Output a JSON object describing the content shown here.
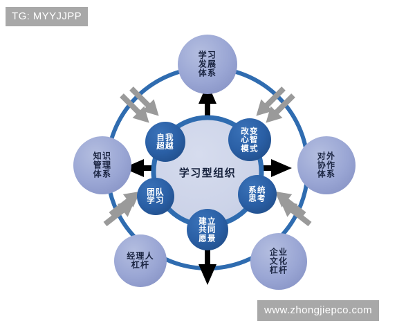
{
  "watermarks": {
    "top_left": "TG: MYYJJPP",
    "bottom_right": "www.zhongjiepco.com"
  },
  "diagram": {
    "type": "concentric-circular-diagram",
    "center": {
      "label": "学习型组织",
      "fill": "#ccd3e8",
      "stroke": "#2f6cb0"
    },
    "ring": {
      "stroke": "#2f6cb0",
      "fill": "none"
    },
    "colors": {
      "outer_node_fill": "#9aa6d4",
      "inner_node_fill": "#2a5fa5",
      "black_arrow": "#000000",
      "gray_arrow": "#9a9a9a",
      "watermark_bg": "#a8a8a8"
    },
    "inner_nodes": [
      {
        "id": "self-transcendence",
        "label": "自我\n超越",
        "position": "top-left"
      },
      {
        "id": "mental-models",
        "label": "改变\n心智\n模式",
        "position": "top-right"
      },
      {
        "id": "team-learning",
        "label": "团队\n学习",
        "position": "bottom-left"
      },
      {
        "id": "systems-thinking",
        "label": "系统\n思考",
        "position": "bottom-right"
      },
      {
        "id": "shared-vision",
        "label": "建立\n共同\n愿景",
        "position": "bottom"
      }
    ],
    "outer_nodes": [
      {
        "id": "learning-development-system",
        "label": "学习\n发展\n体系",
        "position": "top"
      },
      {
        "id": "knowledge-management-system",
        "label": "知识\n管理\n体系",
        "position": "left"
      },
      {
        "id": "external-collaboration-system",
        "label": "对外\n协作\n体系",
        "position": "right"
      },
      {
        "id": "manager-leverage",
        "label": "经理人\n杠杆",
        "position": "bottom-left"
      },
      {
        "id": "corporate-culture-leverage",
        "label": "企业\n文化\n杠杆",
        "position": "bottom-right"
      }
    ],
    "black_arrows": [
      {
        "id": "arrow-up",
        "direction": "up",
        "from": "ring",
        "to": "learning-development-system"
      },
      {
        "id": "arrow-left",
        "direction": "left",
        "from": "ring",
        "to": "knowledge-management-system"
      },
      {
        "id": "arrow-right",
        "direction": "right",
        "from": "ring",
        "to": "external-collaboration-system"
      },
      {
        "id": "arrow-down",
        "direction": "down",
        "from": "ring",
        "to": "outside"
      }
    ],
    "gray_arrow_groups": [
      {
        "id": "gray-arrows-top-left",
        "direction": "inward",
        "target": "self-transcendence"
      },
      {
        "id": "gray-arrows-top-right",
        "direction": "inward",
        "target": "mental-models"
      },
      {
        "id": "gray-arrows-bottom-left",
        "direction": "inward",
        "target": "team-learning"
      },
      {
        "id": "gray-arrows-bottom-right",
        "direction": "inward",
        "target": "systems-thinking"
      }
    ]
  }
}
